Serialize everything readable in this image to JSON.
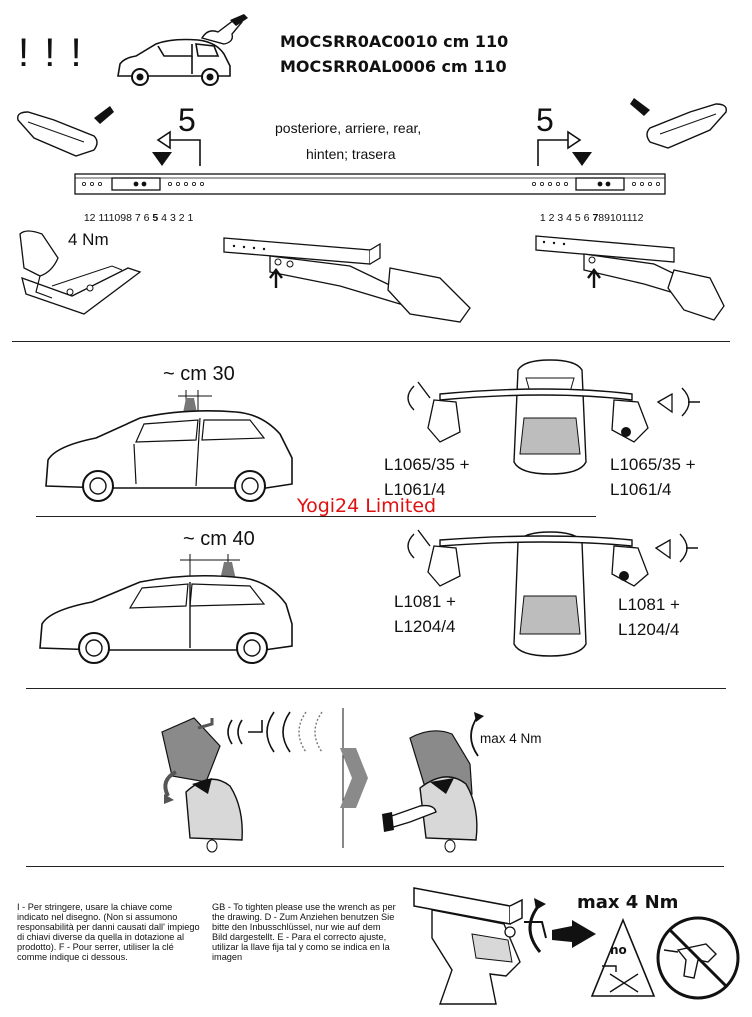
{
  "header": {
    "exclaim": "! ! !",
    "model_lines": [
      "MOCSRR0AC0010 cm 110",
      "MOCSRR0AL0006 cm 110"
    ]
  },
  "section1": {
    "step_left": "5",
    "step_right": "5",
    "position_text": [
      "posteriore, arriere, rear,",
      "hinten; trasera"
    ],
    "scale_left": [
      "12",
      "11",
      "10",
      "9",
      "8",
      "7",
      "6",
      "5",
      "4",
      "3",
      "2",
      "1"
    ],
    "scale_right": [
      "1",
      "2",
      "3",
      "4",
      "5",
      "6",
      "7",
      "8",
      "9",
      "10",
      "11",
      "12"
    ],
    "bold_left": "5",
    "bold_right": "7",
    "torque": "4 Nm"
  },
  "section2": {
    "distance_top": "~ cm 30",
    "kit_top_left": [
      "L1065/35 +",
      "L1061/4"
    ],
    "kit_top_right": [
      "L1065/35 +",
      "L1061/4"
    ],
    "watermark": "Yogi24 Limited",
    "distance_bottom": "~ cm 40",
    "kit_bottom_left": [
      "L1081 +",
      "L1204/4"
    ],
    "kit_bottom_right": [
      "L1081 +",
      "L1204/4"
    ]
  },
  "section3": {
    "max_torque": "max 4 Nm"
  },
  "footer": {
    "text_left": "I - Per stringere, usare la chiave come indicato nel disegno. (Non si assumono responsabilità per danni causati dall' impiego di chiavi diverse da quella in dotazione al prodotto). F - Pour serrer, utiliser la clé comme indique ci dessous.",
    "text_right": "GB - To tighten please use the wrench as per the drawing. D - Zum Anziehen benutzen Sie bitte den Inbusschlüssel, nur wie auf dem Bild dargestellt. E - Para el correcto ajuste, utilizar la llave fija tal y como se indica en la imagen",
    "max_torque": "max 4 Nm",
    "no_label": "no"
  },
  "colors": {
    "ink": "#111111",
    "watermark": "#e01010",
    "gray": "#8a8a8a",
    "light": "#d8d8d8"
  }
}
